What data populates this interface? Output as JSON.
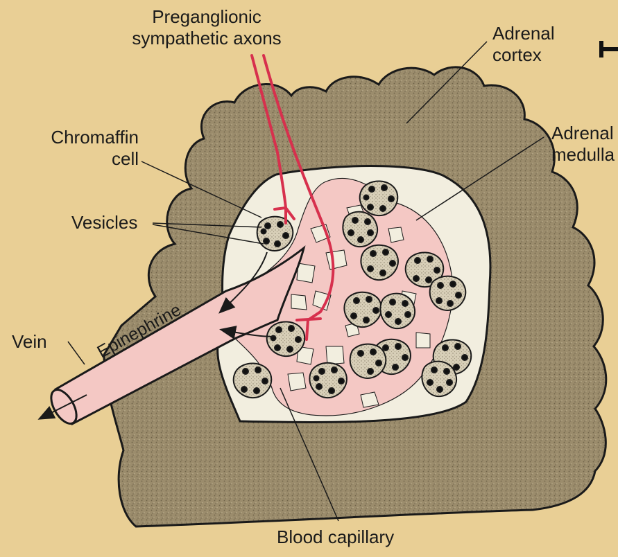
{
  "labels": {
    "preganglionic_line1": "Preganglionic",
    "preganglionic_line2": "sympathetic axons",
    "adrenal_cortex_line1": "Adrenal",
    "adrenal_cortex_line2": "cortex",
    "adrenal_medulla_line1": "Adrenal",
    "adrenal_medulla_line2": "medulla",
    "chromaffin_line1": "Chromaffin",
    "chromaffin_line2": "cell",
    "vesicles": "Vesicles",
    "vein": "Vein",
    "epinephrine": "Epinephrine",
    "blood_capillary": "Blood capillary"
  },
  "colors": {
    "background": "#e9cf95",
    "cortex": "#9b8c6c",
    "medulla": "#f2eedf",
    "capillary": "#f4c8c4",
    "axon": "#d7304d",
    "vesicle": "#111111"
  }
}
